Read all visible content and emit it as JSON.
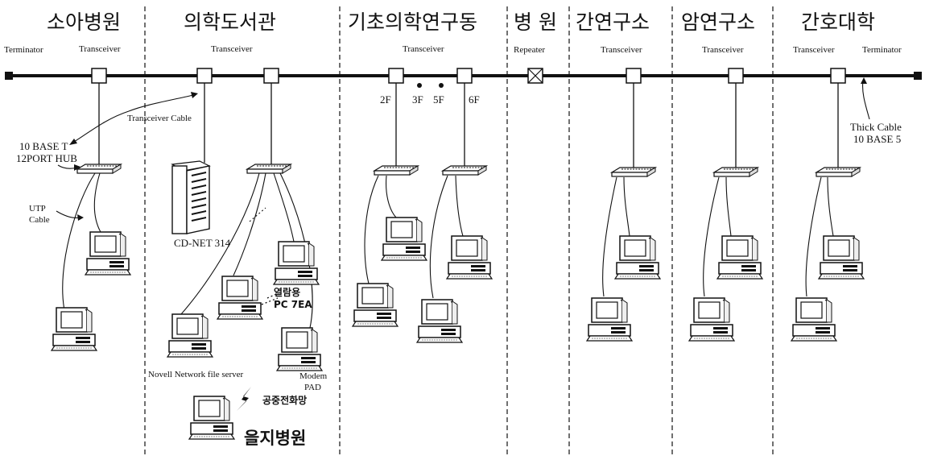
{
  "buildings": [
    "소아병원",
    "의학도서관",
    "기초의학연구동",
    "병 원",
    "간연구소",
    "암연구소",
    "간호대학"
  ],
  "labels": {
    "terminator": "Terminator",
    "transceiver": "Transceiver",
    "repeater": "Repeater",
    "transceiver_cable": "Transceiver Cable",
    "hub_line1": "10 BASE T",
    "hub_line2": "12PORT HUB",
    "utp_line1": "UTP",
    "utp_line2": "Cable",
    "thick_line1": "Thick Cable",
    "thick_line2": "10 BASE 5",
    "cdnet": "CD-NET 314",
    "novell": "Novell Network file server",
    "modem_line1": "Modem",
    "modem_line2": "PAD",
    "pc_line1": "열람용",
    "pc_line2": "PC 7EA",
    "pstn": "공중전화망",
    "eulji": "을지병원",
    "floor_2f": "2F",
    "floor_3f": "3F",
    "floor_5f": "5F",
    "floor_6f": "6F"
  }
}
